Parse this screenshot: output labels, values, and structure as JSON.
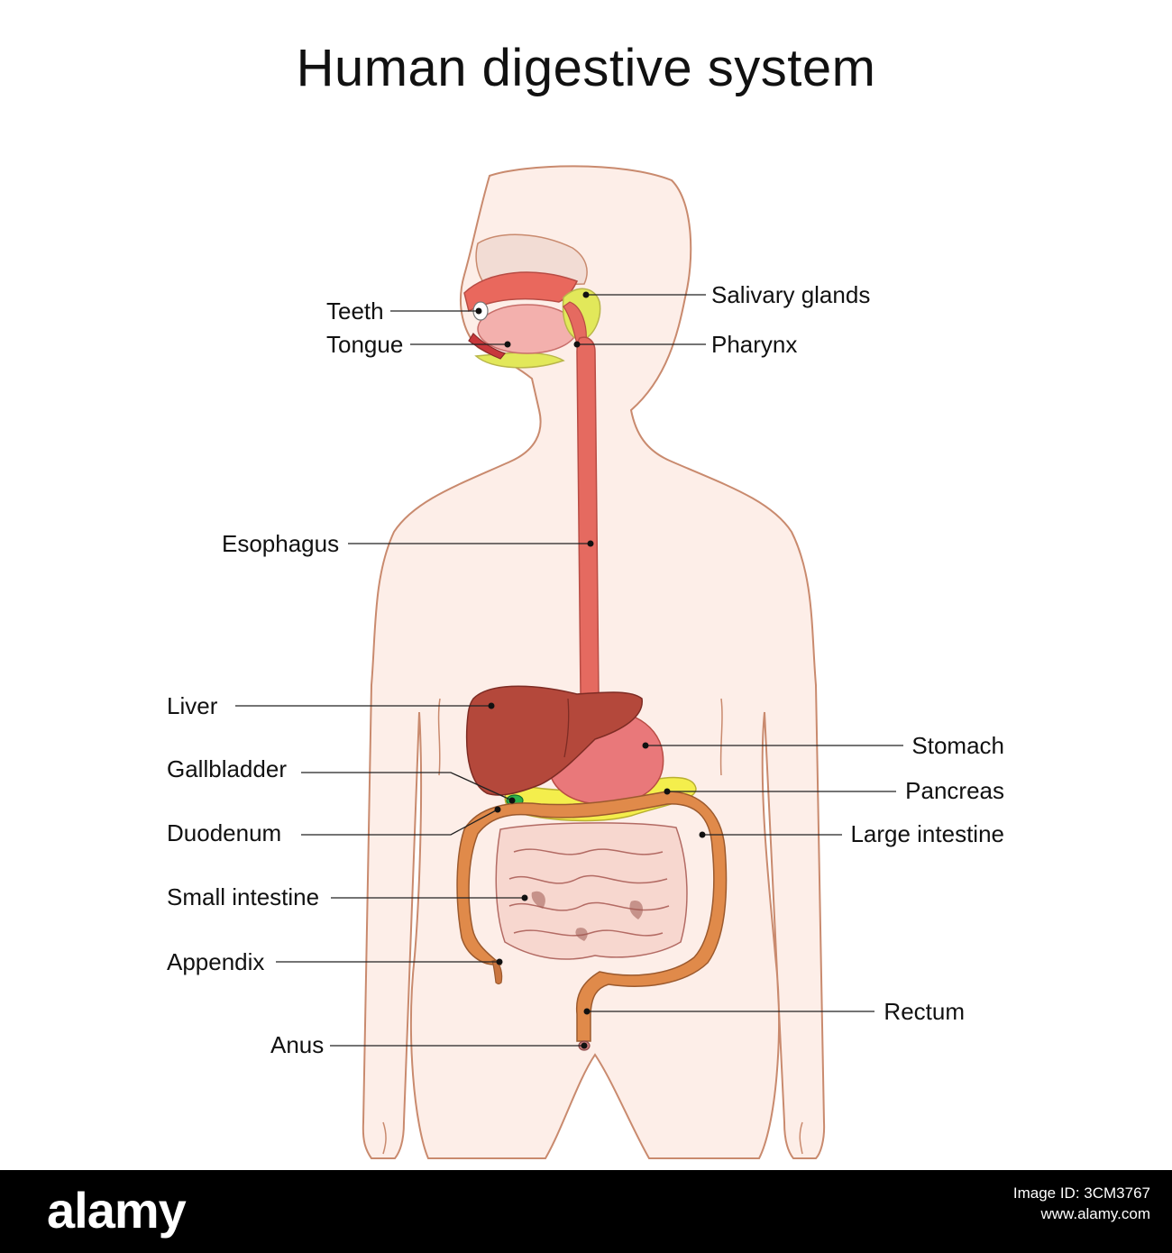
{
  "title": "Human digestive system",
  "labels": {
    "teeth": "Teeth",
    "tongue": "Tongue",
    "salivary_glands": "Salivary glands",
    "pharynx": "Pharynx",
    "esophagus": "Esophagus",
    "liver": "Liver",
    "gallbladder": "Gallbladder",
    "duodenum": "Duodenum",
    "small_intestine": "Small intestine",
    "appendix": "Appendix",
    "anus": "Anus",
    "stomach": "Stomach",
    "pancreas": "Pancreas",
    "large_intestine": "Large intestine",
    "rectum": "Rectum"
  },
  "footer": {
    "logo": "alamy",
    "image_id": "Image ID: 3CM3767",
    "url": "www.alamy.com"
  },
  "colors": {
    "body_fill": "#fdeee8",
    "body_outline": "#c98a6e",
    "esophagus": "#e56a60",
    "liver": "#b4483b",
    "stomach": "#e9787a",
    "pancreas": "#f4ee4c",
    "large_intestine": "#e08a4a",
    "small_intestine": "#f7d7cf",
    "salivary_glands": "#e2e85a"
  }
}
